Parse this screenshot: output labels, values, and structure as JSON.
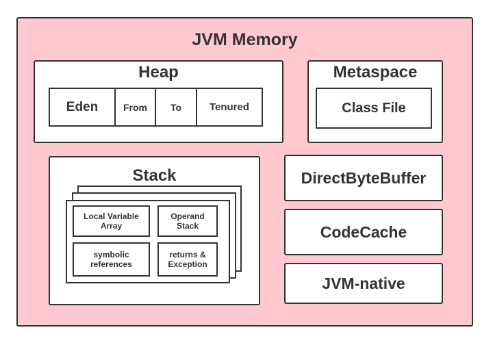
{
  "title": "JVM Memory",
  "heap": {
    "title": "Heap",
    "regions": [
      "Eden",
      "From",
      "To",
      "Tenured"
    ]
  },
  "metaspace": {
    "title": "Metaspace",
    "content": "Class File"
  },
  "stack": {
    "title": "Stack",
    "frame_items": [
      "Local Variable Array",
      "Operand Stack",
      "symbolic references",
      "returns & Exception"
    ]
  },
  "right_boxes": [
    "DirectByteBuffer",
    "CodeCache",
    "JVM-native"
  ],
  "colors": {
    "background": "#ffc9cf",
    "border": "#333333",
    "box": "#ffffff"
  }
}
